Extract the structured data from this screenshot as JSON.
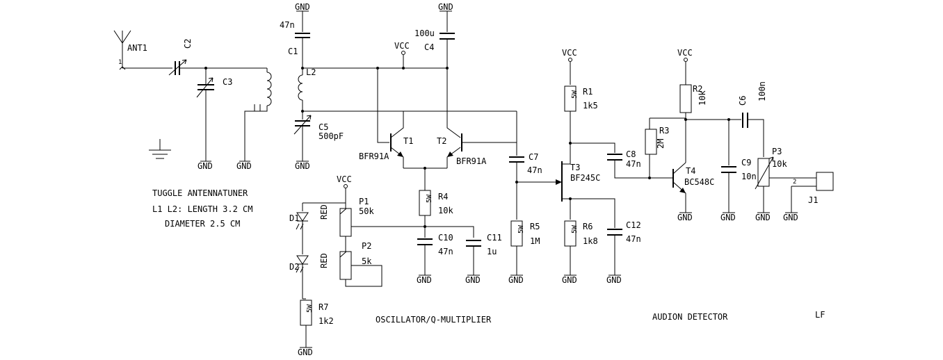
{
  "labels": {
    "gnd": "GND",
    "vcc": "VCC",
    "ant1": "ANT1",
    "ant_pin": "1",
    "c2": "C2",
    "c3": "C3",
    "c1": "C1",
    "c1_val": "47n",
    "l2": "L2",
    "c5": "C5",
    "c5_val": "500pF",
    "c4": "C4",
    "c4_val": "100u",
    "t1": "T1",
    "t1_type": "BFR91A",
    "t2": "T2",
    "t2_type": "BFR91A",
    "c7": "C7",
    "c7_val": "47n",
    "r4": "R4",
    "r4_val": "10k",
    "r5": "R5",
    "r5_val": "1M",
    "p1": "P1",
    "p1_val": "50k",
    "p2": "P2",
    "p2_val": "5k",
    "d1": "D1",
    "d1_type": "RED",
    "d2": "D2",
    "d2_type": "RED",
    "r7": "R7",
    "r7_val": "1k2",
    "c10": "C10",
    "c10_val": "47n",
    "c11": "C11",
    "c11_val": "1u",
    "r1": "R1",
    "r1_val": "1k5",
    "t3": "T3",
    "t3_type": "BF245C",
    "c8": "C8",
    "c8_val": "47n",
    "r6": "R6",
    "r6_val": "1k8",
    "c12": "C12",
    "c12_val": "47n",
    "r3": "R3",
    "r3_val": "2M",
    "r2": "R2",
    "r2_val": "10k",
    "t4": "T4",
    "t4_type": "BC548C",
    "c6": "C6",
    "c6_val": "100n",
    "c9": "C9",
    "c9_val": "10n",
    "p3": "P3",
    "p3_val": "10k",
    "j1": "J1",
    "jack_pin": "2",
    "res_mark": "5W"
  },
  "notes": {
    "tuner_title": "TUGGLE ANTENNATUNER",
    "coil_line1": "L1 L2: LENGTH 3.2 CM",
    "coil_line2": "DIAMETER 2.5 CM",
    "osc_title": "OSCILLATOR/Q-MULTIPLIER",
    "det_title": "AUDION DETECTOR",
    "lf_title": "LF"
  }
}
